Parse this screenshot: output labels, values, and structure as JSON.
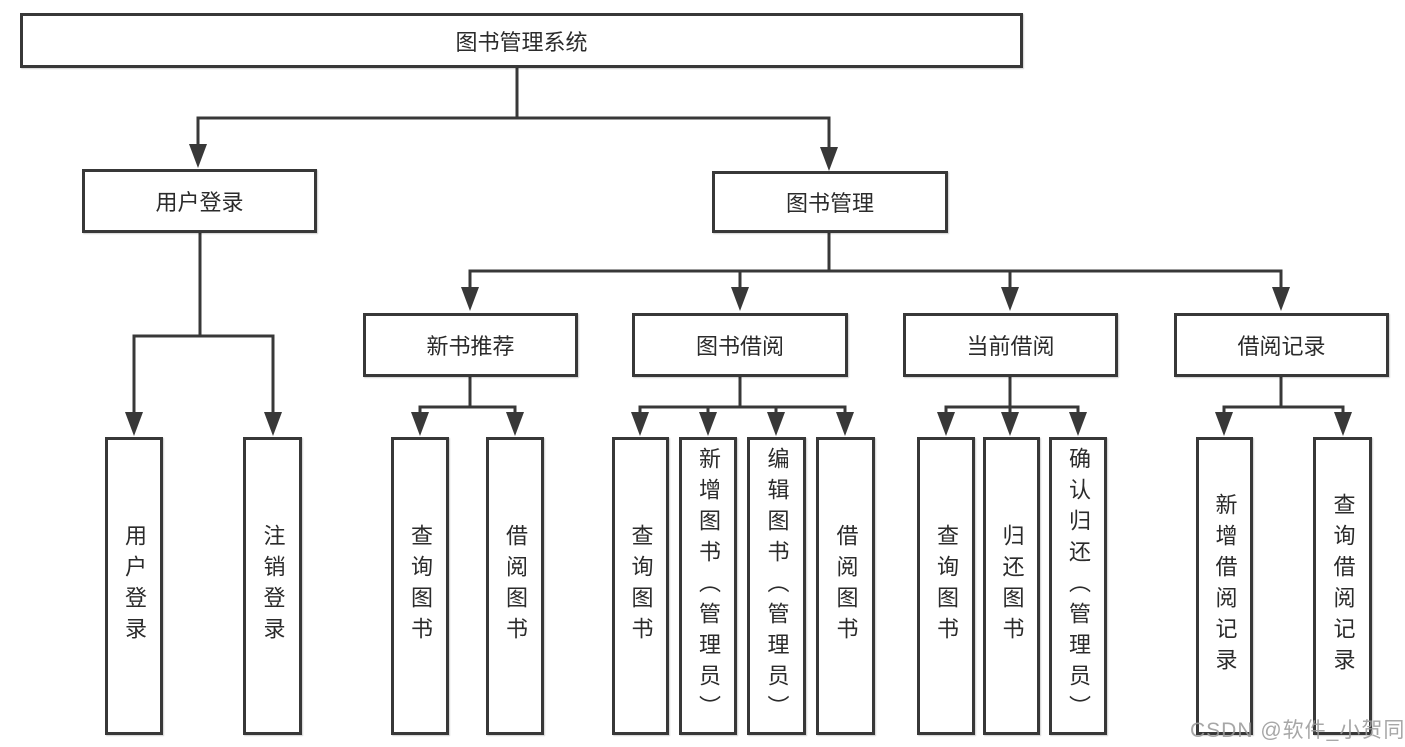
{
  "diagram_type": "functional-structure-chart",
  "colors": {
    "line": "#383838",
    "box_border": "#383838",
    "text": "#2b2b2b",
    "background": "#ffffff",
    "watermark": "#9b9b9b"
  },
  "tree": {
    "label": "图书管理系统",
    "children": [
      {
        "label": "用户登录",
        "children": [
          {
            "label": "用户登录"
          },
          {
            "label": "注销登录"
          }
        ]
      },
      {
        "label": "图书管理",
        "children": [
          {
            "label": "新书推荐",
            "children": [
              {
                "label": "查询图书"
              },
              {
                "label": "借阅图书"
              }
            ]
          },
          {
            "label": "图书借阅",
            "children": [
              {
                "label": "查询图书"
              },
              {
                "label": "新增图书（管理员）"
              },
              {
                "label": "编辑图书（管理员）"
              },
              {
                "label": "借阅图书"
              }
            ]
          },
          {
            "label": "当前借阅",
            "children": [
              {
                "label": "查询图书"
              },
              {
                "label": "归还图书"
              },
              {
                "label": "确认归还（管理员）"
              }
            ]
          },
          {
            "label": "借阅记录",
            "children": [
              {
                "label": "新增借阅记录"
              },
              {
                "label": "查询借阅记录"
              }
            ]
          }
        ]
      }
    ]
  },
  "watermark": "CSDN @软件_小贺同学"
}
